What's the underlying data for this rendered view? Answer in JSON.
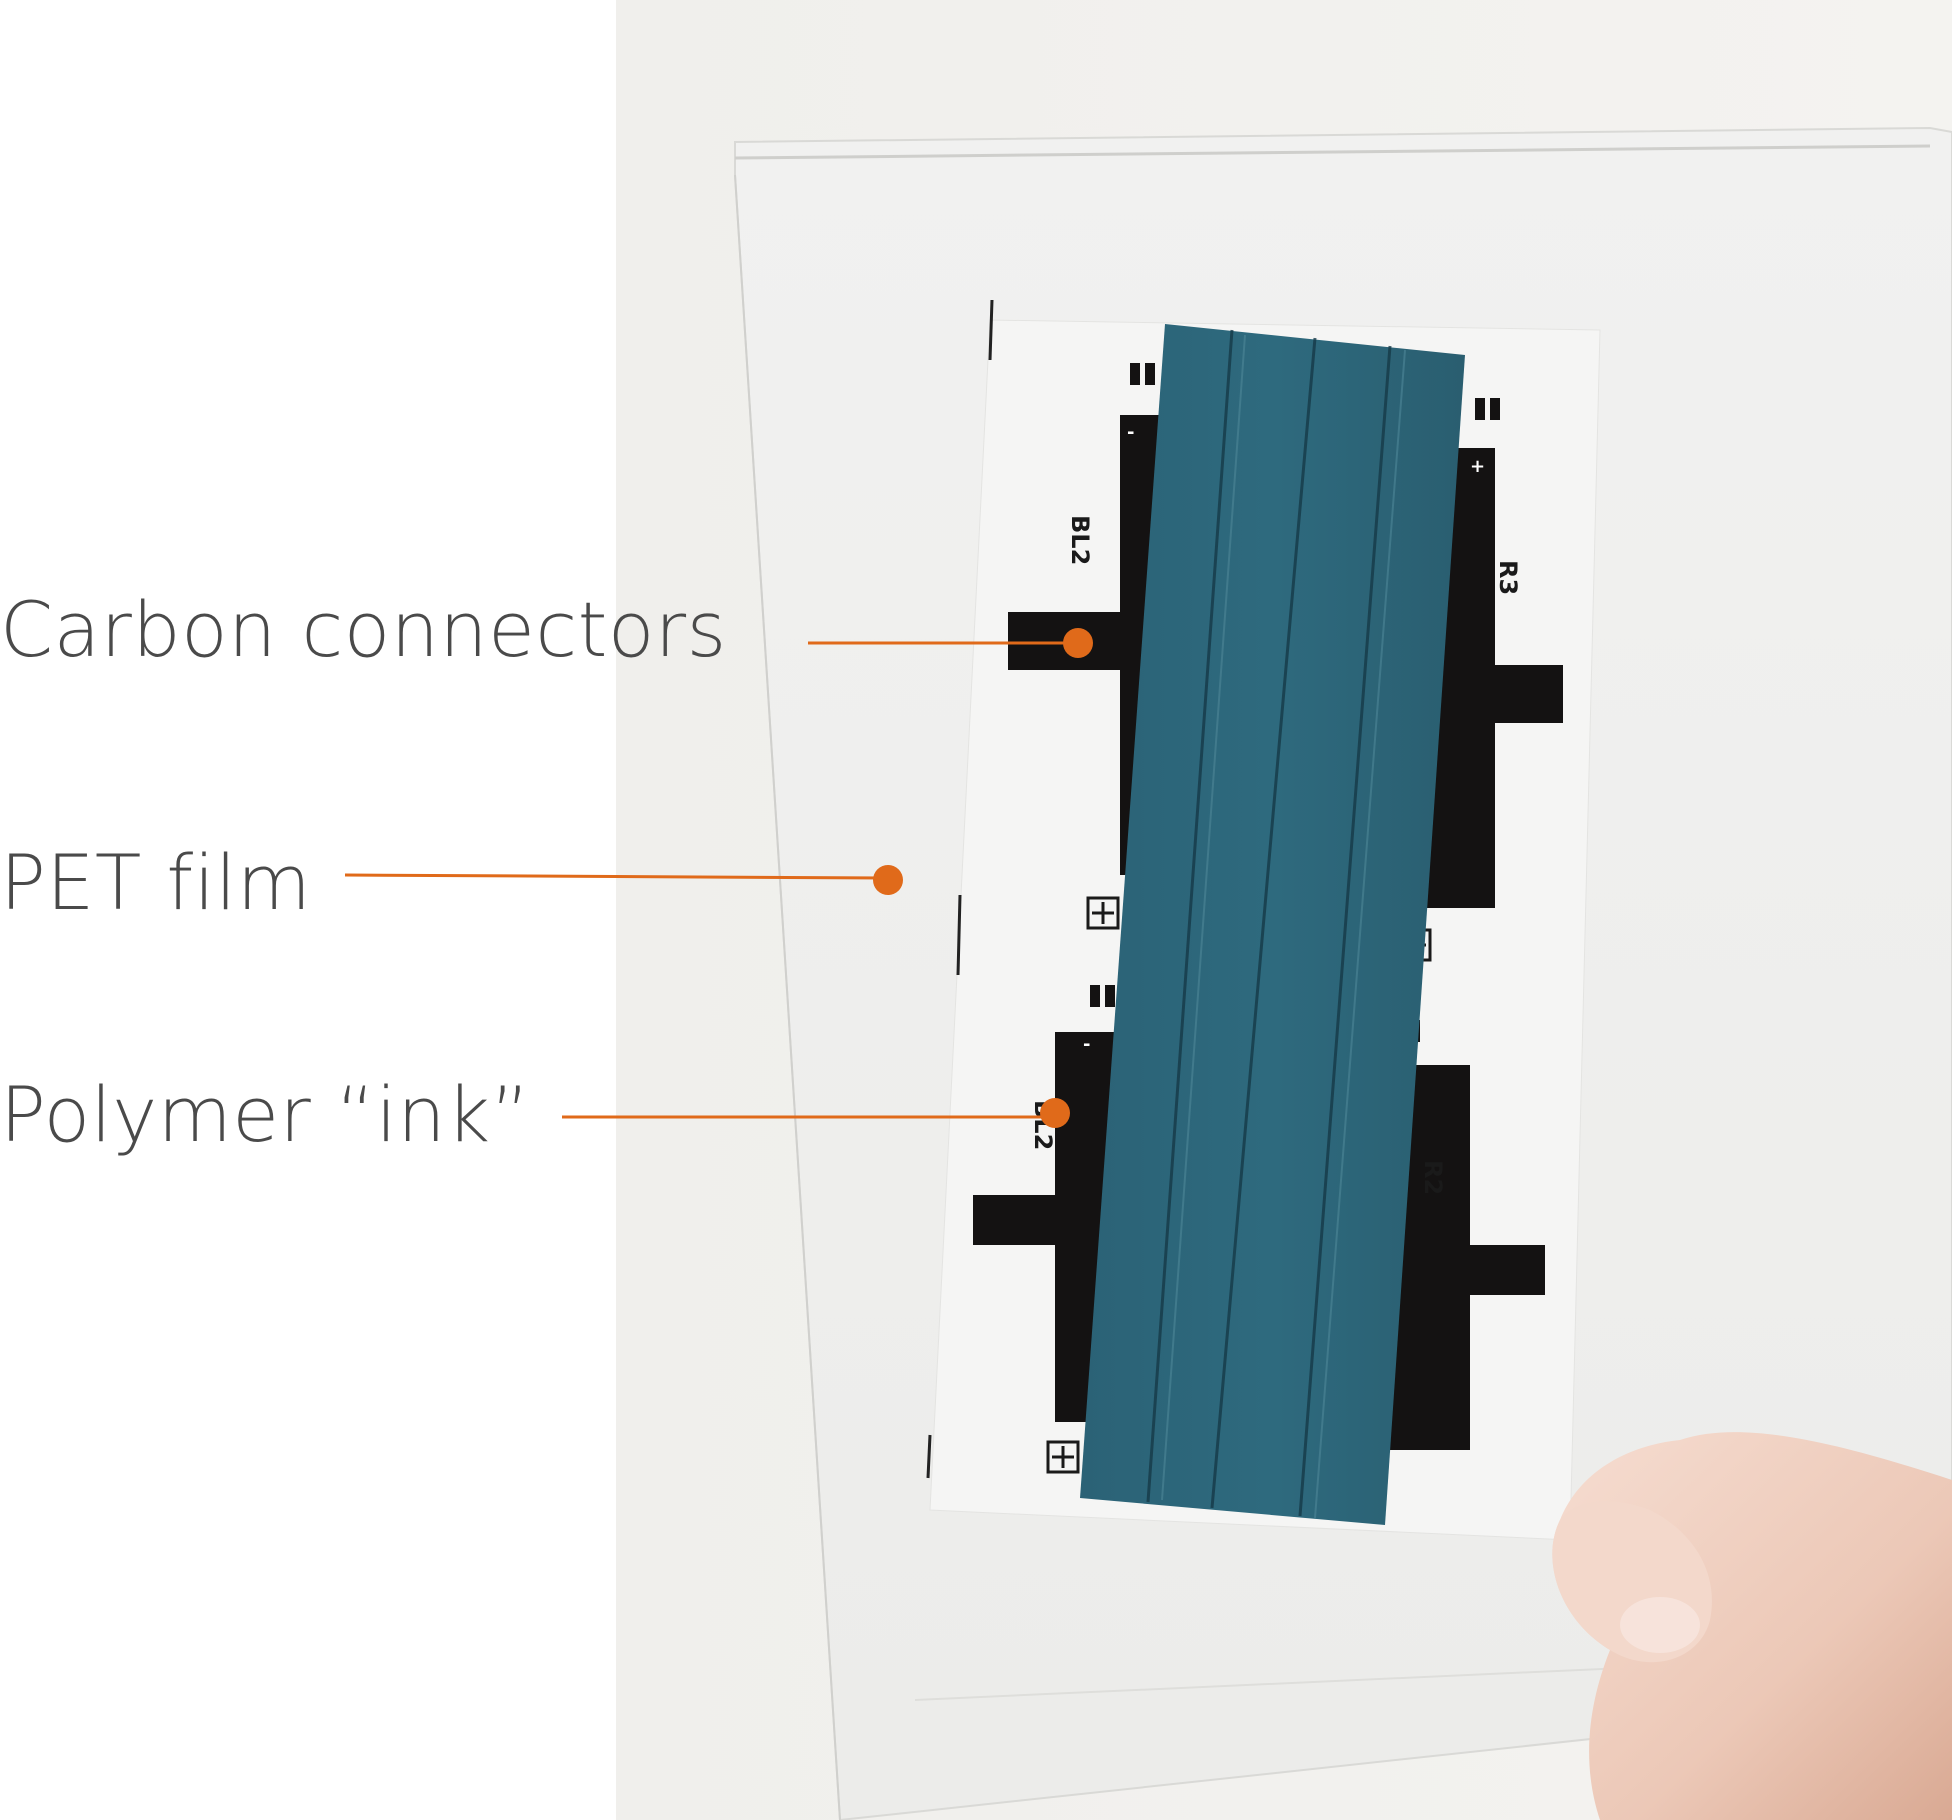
{
  "callouts": [
    {
      "label": "Carbon connectors"
    },
    {
      "label": "PET film"
    },
    {
      "label": "Polymer “ink”"
    }
  ],
  "pcb_labels": {
    "top_left": "BL2",
    "top_right": "R3",
    "bottom_left": "BL2",
    "bottom_right": "R2",
    "minus": "-",
    "plus": "+"
  },
  "colors": {
    "callout": "#e06a1a",
    "label_text": "#4a4a4a",
    "ink": "#2a5f73",
    "carbon": "#141212"
  }
}
